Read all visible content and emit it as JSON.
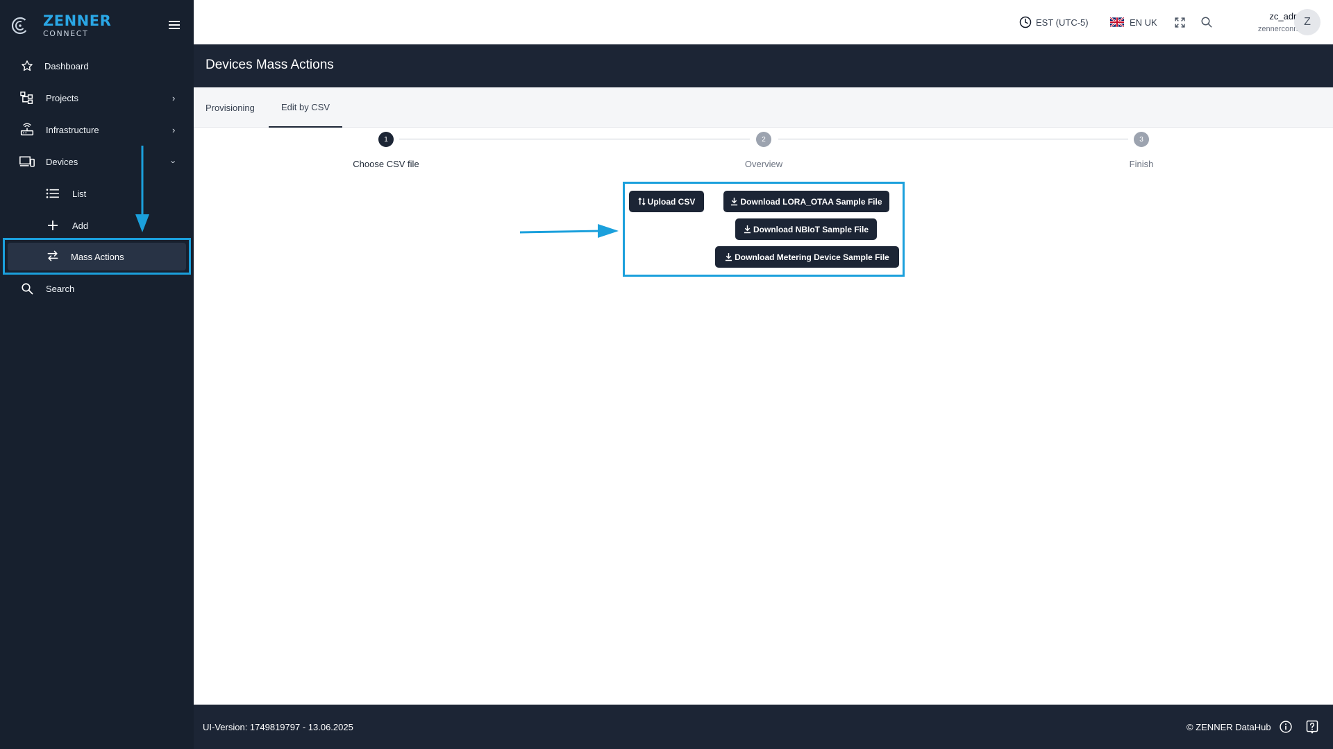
{
  "brand": {
    "line1": "ZENNER",
    "line2": "CONNECT"
  },
  "sidebar": {
    "items": [
      {
        "label": "Dashboard"
      },
      {
        "label": "Projects"
      },
      {
        "label": "Infrastructure"
      },
      {
        "label": "Devices"
      },
      {
        "label": "List"
      },
      {
        "label": "Add"
      },
      {
        "label": "Mass Actions"
      },
      {
        "label": "Search"
      }
    ]
  },
  "topbar": {
    "timezone": "EST (UTC-5)",
    "language": "EN UK",
    "user_name": "zc_admin",
    "user_org": "zennerconnect",
    "avatar_initial": "Z"
  },
  "page": {
    "title": "Devices Mass Actions"
  },
  "tabs": [
    {
      "label": "Provisioning"
    },
    {
      "label": "Edit by CSV"
    }
  ],
  "stepper": [
    {
      "number": "1",
      "label": "Choose CSV file"
    },
    {
      "number": "2",
      "label": "Overview"
    },
    {
      "number": "3",
      "label": "Finish"
    }
  ],
  "buttons": {
    "upload_csv": "Upload CSV",
    "download_lora": "Download LORA_OTAA Sample File",
    "download_nbiot": "Download NBIoT Sample File",
    "download_metering": "Download Metering Device Sample File"
  },
  "footer": {
    "ui_version": "UI-Version: 1749819797 - 13.06.2025",
    "copyright": "© ZENNER DataHub"
  },
  "colors": {
    "sidebar_bg": "#17202e",
    "header_bg": "#1c2535",
    "accent": "#1ba0dc",
    "brand_blue": "#2aa7e6"
  }
}
